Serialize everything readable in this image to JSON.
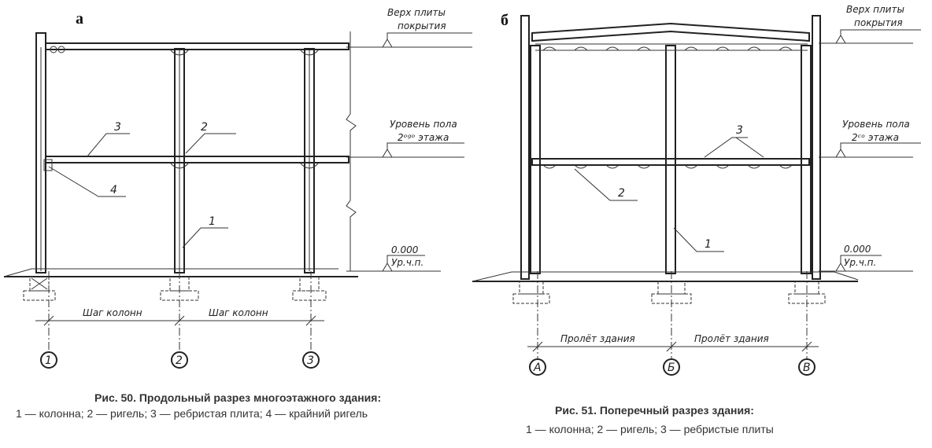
{
  "fig50": {
    "panel_label": "а",
    "roof_label_1": "Верх плиты",
    "roof_label_2": "покрытия",
    "floor_label_1": "Уровень пола",
    "floor_label_2": "2ᵒᵍᵒ этажа",
    "zero_label_1": "0.000",
    "zero_label_2": "Ур.ч.п.",
    "span_1": "Шаг колонн",
    "span_2": "Шаг колонн",
    "axes": [
      "1",
      "2",
      "3"
    ],
    "callouts": [
      "1",
      "2",
      "3",
      "4"
    ],
    "caption_title": "Рис. 50. Продольный разрез многоэтажного здания:",
    "caption_legend": "1 — колонна; 2 — ригель; 3 — ребристая плита; 4 — крайний ригель"
  },
  "fig51": {
    "panel_label": "б",
    "roof_label_1": "Верх плиты",
    "roof_label_2": "покрытия",
    "floor_label_1": "Уровень пола",
    "floor_label_2": "2ᶜᵒ этажа",
    "zero_label_1": "0.000",
    "zero_label_2": "Ур.ч.п.",
    "span_1": "Пролёт здания",
    "span_2": "Пролёт здания",
    "axes": [
      "А",
      "Б",
      "В"
    ],
    "callouts": [
      "1",
      "2",
      "3"
    ],
    "caption_title": "Рис. 51. Поперечный разрез здания:",
    "caption_legend": "1 — колонна; 2 — ригель; 3 — ребристые плиты"
  }
}
